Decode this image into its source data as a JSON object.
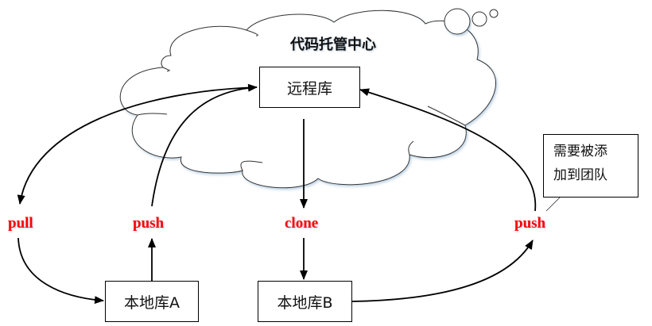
{
  "cloud": {
    "title": "代码托管中心"
  },
  "nodes": {
    "remote": "远程库",
    "local_a": "本地库A",
    "local_b": "本地库B"
  },
  "edges": [
    {
      "label": "pull",
      "from": "远程库",
      "to": "本地库A"
    },
    {
      "label": "push",
      "from": "本地库A",
      "to": "远程库"
    },
    {
      "label": "clone",
      "from": "远程库",
      "to": "本地库B"
    },
    {
      "label": "push",
      "from": "本地库B",
      "to": "远程库"
    }
  ],
  "labels": {
    "pull": "pull",
    "push_a": "push",
    "clone": "clone",
    "push_b": "push"
  },
  "note": {
    "line1": "需要被添",
    "line2": "加到团队"
  },
  "colors": {
    "label": "#ff0000",
    "stroke": "#000000"
  }
}
